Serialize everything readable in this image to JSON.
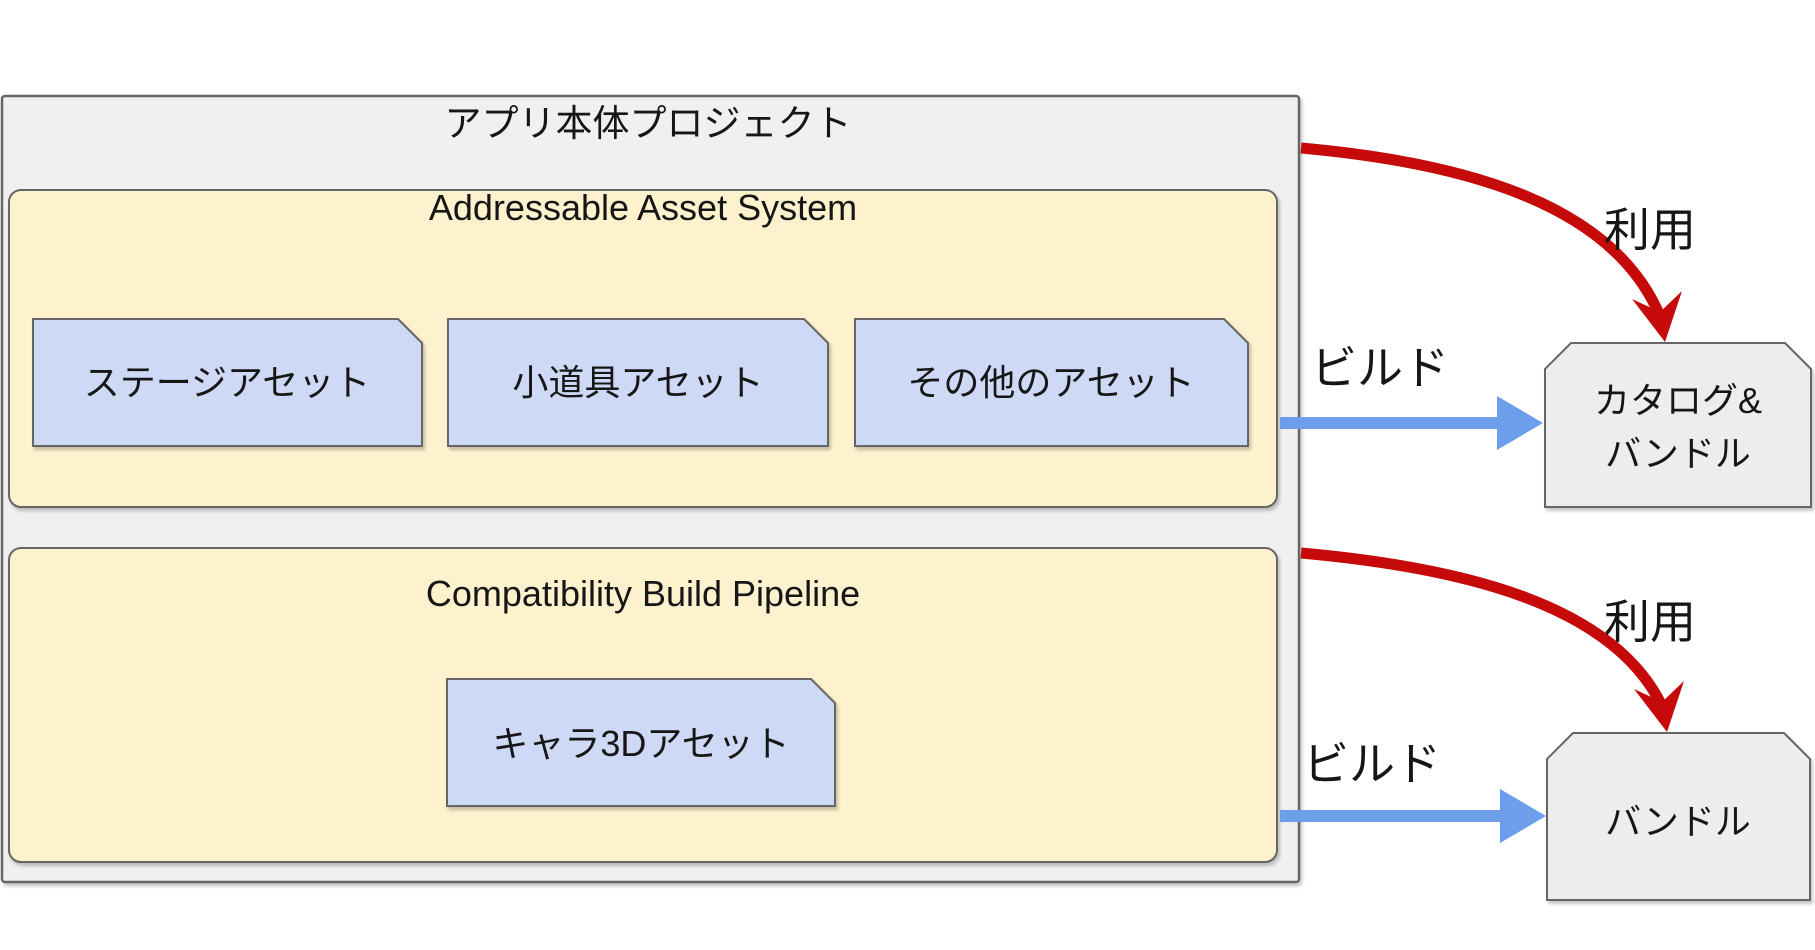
{
  "project": {
    "title": "アプリ本体プロジェクト"
  },
  "groups": [
    {
      "title": "Addressable Asset System",
      "assets": [
        "ステージアセット",
        "小道具アセット",
        "その他のアセット"
      ]
    },
    {
      "title": "Compatibility Build Pipeline",
      "assets": [
        "キャラ3Dアセット"
      ]
    }
  ],
  "outputs": [
    {
      "label_line1": "カタログ&",
      "label_line2": "バンドル"
    },
    {
      "label_line1": "バンドル"
    }
  ],
  "edges": [
    {
      "type": "build",
      "label": "ビルド"
    },
    {
      "type": "use",
      "label": "利用"
    },
    {
      "type": "build",
      "label": "ビルド"
    },
    {
      "type": "use",
      "label": "利用"
    }
  ],
  "colors": {
    "background": "#ffffff",
    "container_fill": "#f0f0f0",
    "group_fill": "#fdf2cd",
    "asset_fill": "#cdd9f5",
    "output_fill": "#ededed",
    "border": "#666666",
    "build_arrow": "#6d9eeb",
    "use_arrow": "#c60a0a",
    "text": "#161616",
    "edge_label_text": "#3c3c3c"
  }
}
